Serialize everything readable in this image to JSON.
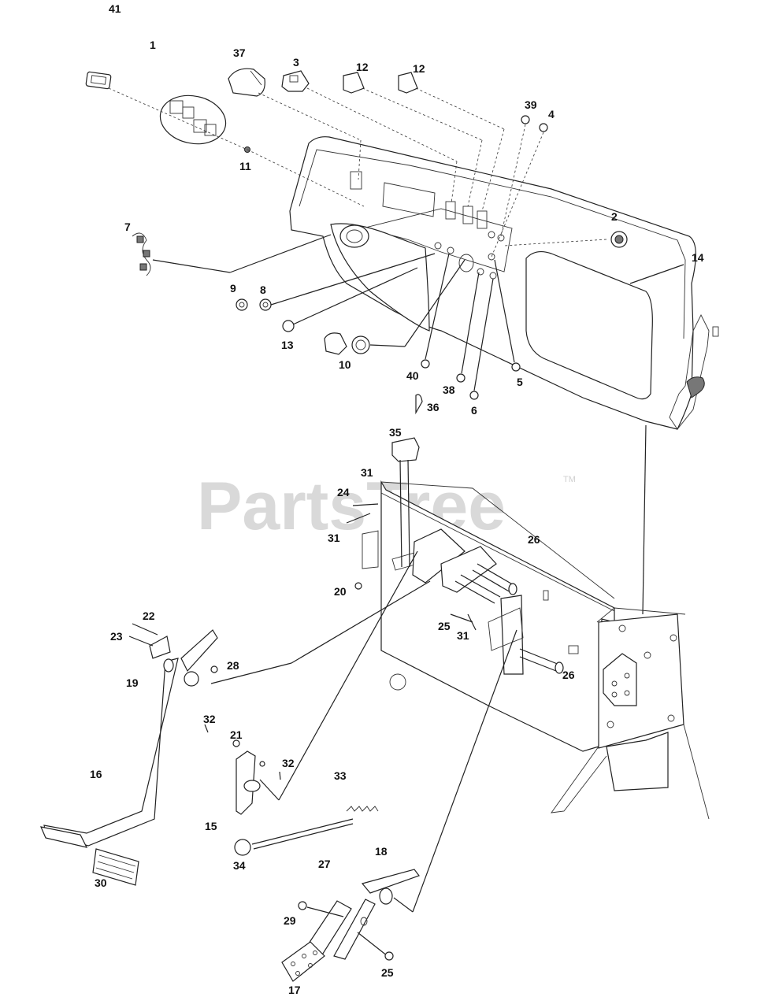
{
  "watermark": {
    "text": "PartsTree",
    "tm": "TM"
  },
  "labels": [
    {
      "id": "41",
      "text": "41"
    },
    {
      "id": "1",
      "text": "1"
    },
    {
      "id": "37",
      "text": "37"
    },
    {
      "id": "3",
      "text": "3"
    },
    {
      "id": "12a",
      "text": "12"
    },
    {
      "id": "12b",
      "text": "12"
    },
    {
      "id": "39",
      "text": "39"
    },
    {
      "id": "4",
      "text": "4"
    },
    {
      "id": "11",
      "text": "11"
    },
    {
      "id": "7",
      "text": "7"
    },
    {
      "id": "2",
      "text": "2"
    },
    {
      "id": "14",
      "text": "14"
    },
    {
      "id": "9",
      "text": "9"
    },
    {
      "id": "8",
      "text": "8"
    },
    {
      "id": "13",
      "text": "13"
    },
    {
      "id": "10",
      "text": "10"
    },
    {
      "id": "40",
      "text": "40"
    },
    {
      "id": "38",
      "text": "38"
    },
    {
      "id": "5",
      "text": "5"
    },
    {
      "id": "6",
      "text": "6"
    },
    {
      "id": "36",
      "text": "36"
    },
    {
      "id": "35",
      "text": "35"
    },
    {
      "id": "31a",
      "text": "31"
    },
    {
      "id": "24",
      "text": "24"
    },
    {
      "id": "31b",
      "text": "31"
    },
    {
      "id": "26a",
      "text": "26"
    },
    {
      "id": "20",
      "text": "20"
    },
    {
      "id": "25a",
      "text": "25"
    },
    {
      "id": "31c",
      "text": "31"
    },
    {
      "id": "26b",
      "text": "26"
    },
    {
      "id": "22",
      "text": "22"
    },
    {
      "id": "23",
      "text": "23"
    },
    {
      "id": "28",
      "text": "28"
    },
    {
      "id": "19",
      "text": "19"
    },
    {
      "id": "32a",
      "text": "32"
    },
    {
      "id": "21",
      "text": "21"
    },
    {
      "id": "32b",
      "text": "32"
    },
    {
      "id": "33",
      "text": "33"
    },
    {
      "id": "16",
      "text": "16"
    },
    {
      "id": "15",
      "text": "15"
    },
    {
      "id": "34",
      "text": "34"
    },
    {
      "id": "27",
      "text": "27"
    },
    {
      "id": "18",
      "text": "18"
    },
    {
      "id": "30",
      "text": "30"
    },
    {
      "id": "29",
      "text": "29"
    },
    {
      "id": "25b",
      "text": "25"
    },
    {
      "id": "17",
      "text": "17"
    }
  ]
}
